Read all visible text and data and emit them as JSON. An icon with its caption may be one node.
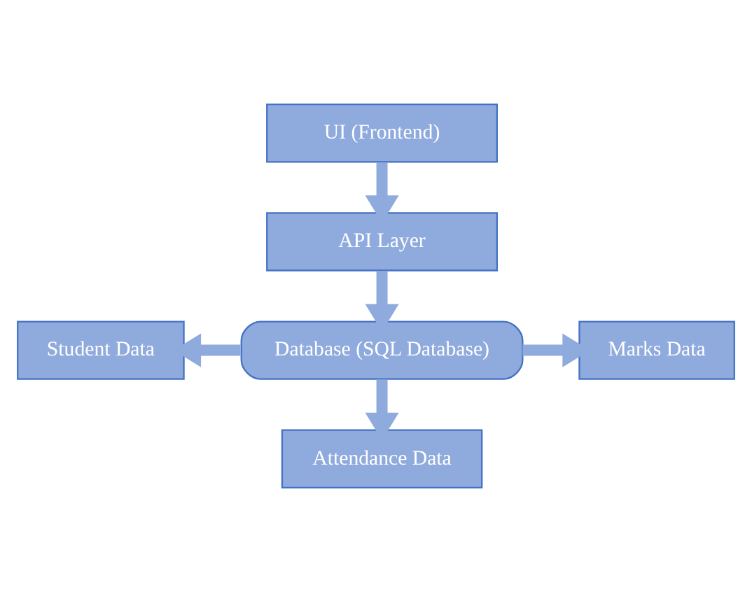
{
  "diagram": {
    "nodes": [
      {
        "text": [
          "UI (Frontend)"
        ]
      },
      {
        "text": [
          "API Layer"
        ]
      },
      {
        "text": [
          "Database (SQL Database)"
        ]
      },
      {
        "text": [
          "Student Data"
        ]
      },
      {
        "text": [
          "Marks Data"
        ]
      },
      {
        "text": [
          "Attendance Data"
        ]
      }
    ],
    "edges": [
      {
        "from": 0,
        "to": 1,
        "arrow": "to"
      },
      {
        "from": 1,
        "to": 2,
        "arrow": "to"
      },
      {
        "from": 2,
        "to": 3,
        "arrow": "to"
      },
      {
        "from": 2,
        "to": 4,
        "arrow": "to"
      },
      {
        "from": 2,
        "to": 5,
        "arrow": "to"
      }
    ]
  }
}
